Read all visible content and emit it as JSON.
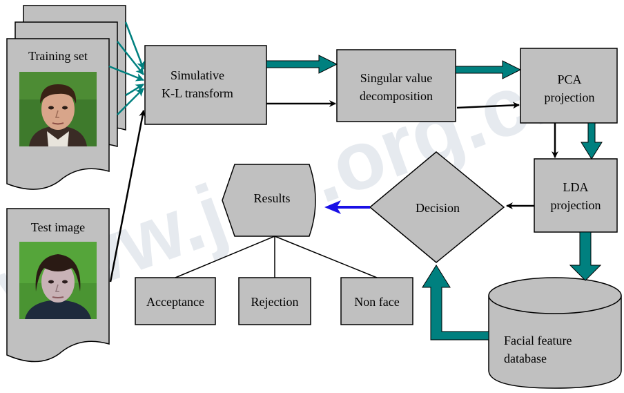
{
  "colors": {
    "fill": "#c0c0c0",
    "stroke": "#000000",
    "teal_arrow": "#00807f",
    "black_arrow": "#000000",
    "blue_arrow": "#1a10e6",
    "watermark": "#c8d0dc"
  },
  "nodes": {
    "training_set": "Training set",
    "test_image": "Test image",
    "simulative_kl": "Simulative\nK-L transform",
    "svd": "Singular value\ndecomposition",
    "pca": "PCA\nprojection",
    "lda": "LDA\nprojection",
    "decision": "Decision",
    "results": "Results",
    "acceptance": "Acceptance",
    "rejection": "Rejection",
    "non_face": "Non face",
    "database": "Facial feature\ndatabase"
  },
  "icons": {
    "training_face": "face-photo",
    "test_face": "face-photo"
  },
  "watermark": "www.jos.org.cn"
}
